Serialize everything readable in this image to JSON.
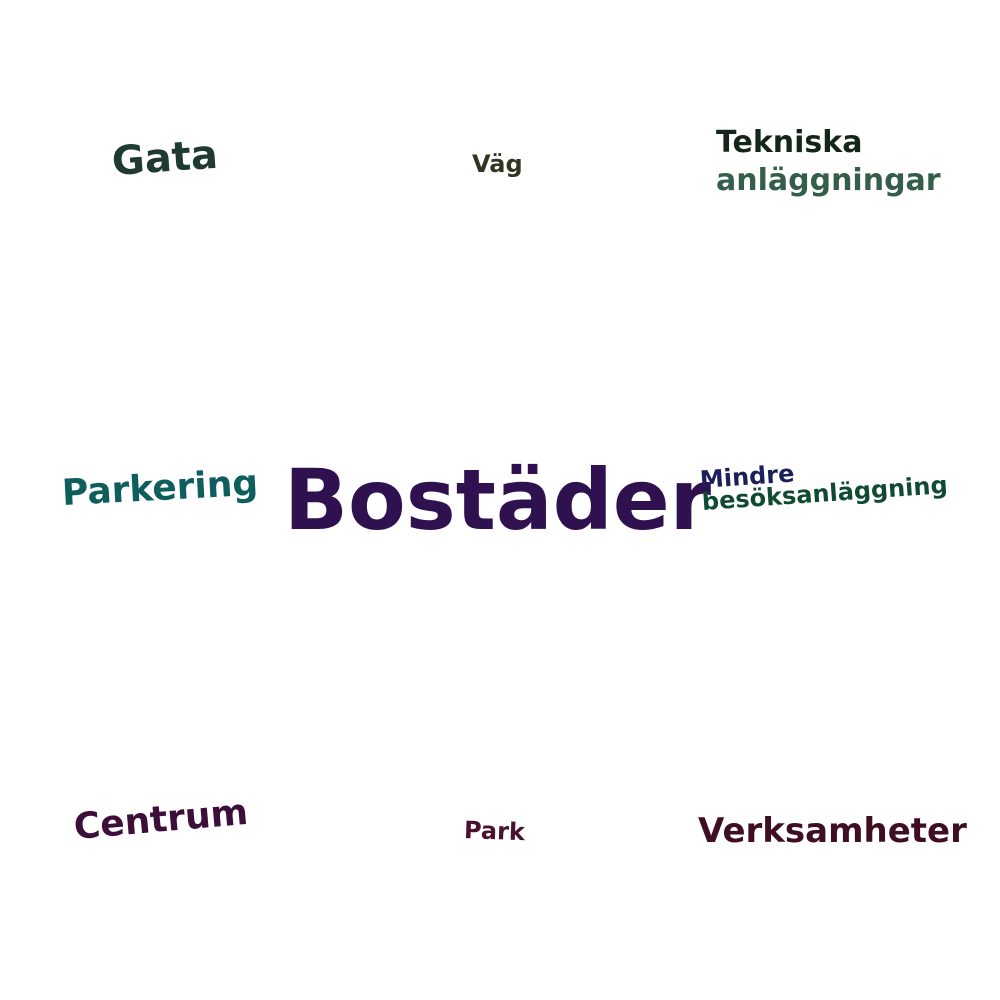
{
  "words": {
    "bostader": {
      "text": "Bostäder",
      "color": "#2f1150"
    },
    "gata": {
      "text": "Gata",
      "color": "#1f3a2e"
    },
    "vag": {
      "text": "Väg",
      "color": "#33331f"
    },
    "tekniska_line1": {
      "text": "Tekniska",
      "color": "#14261a"
    },
    "tekniska_line2": {
      "text": "anläggningar",
      "color": "#355e4a"
    },
    "parkering": {
      "text": "Parkering",
      "color": "#0e5e5e"
    },
    "mindre_line1": {
      "text": "Mindre",
      "color": "#1b1f5a"
    },
    "mindre_line2": {
      "text": "besöksanläggning",
      "color": "#0f4a33"
    },
    "centrum": {
      "text": "Centrum",
      "color": "#3e0e3a"
    },
    "park": {
      "text": "Park",
      "color": "#4a1030"
    },
    "verksamheter": {
      "text": "Verksamheter",
      "color": "#3f0e22"
    }
  }
}
